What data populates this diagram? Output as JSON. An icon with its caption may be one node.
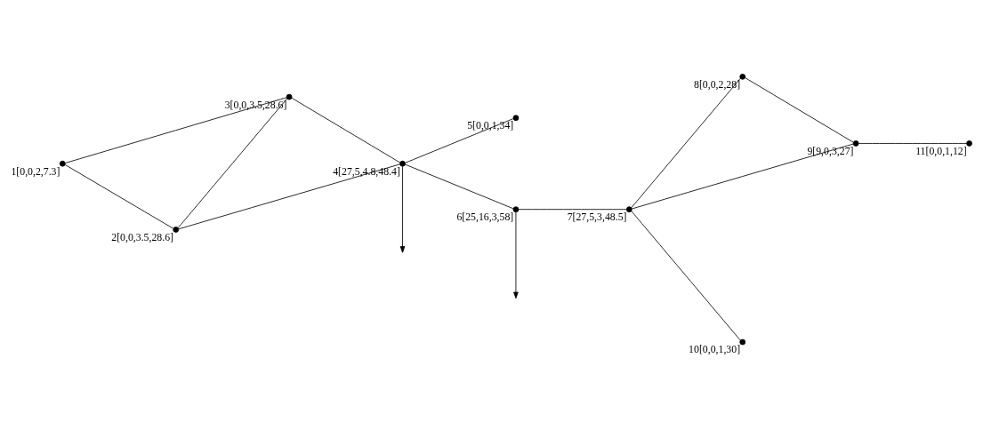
{
  "diagram": {
    "nodes": [
      {
        "text": [],
        "shape": "circle",
        "beside": [
          "1[0,0,2,7.3]"
        ]
      },
      {
        "text": [],
        "shape": "circle",
        "beside": [
          "2[0,0,3.5,28.6]"
        ]
      },
      {
        "text": [],
        "shape": "circle",
        "beside": [
          "3[0,0,3.5,28.6]"
        ]
      },
      {
        "text": [],
        "shape": "circle",
        "beside": [
          "4[27,5,4.8,48.4]"
        ]
      },
      {
        "text": [],
        "shape": "circle",
        "beside": [
          "5[0,0,1,34]"
        ]
      },
      {
        "text": [],
        "shape": "circle",
        "beside": [
          "6[25,16,3,58]"
        ]
      },
      {
        "text": [],
        "shape": "circle",
        "beside": [
          "7[27,5,3,48.5]"
        ]
      },
      {
        "text": [],
        "shape": "circle",
        "beside": [
          "8[0,0,2,28]"
        ]
      },
      {
        "text": [],
        "shape": "circle",
        "beside": [
          "9[9,0,3,27]"
        ]
      },
      {
        "text": [],
        "shape": "circle",
        "beside": [
          "10[0,0,1,30]"
        ]
      },
      {
        "text": [],
        "shape": "circle",
        "beside": [
          "11[0,0,1,12]"
        ]
      }
    ],
    "edges": [
      {
        "from": 0,
        "to": 1,
        "arrow": "none"
      },
      {
        "from": 0,
        "to": 2,
        "arrow": "none"
      },
      {
        "from": 1,
        "to": 2,
        "arrow": "none"
      },
      {
        "from": 1,
        "to": 3,
        "arrow": "none"
      },
      {
        "from": 2,
        "to": 3,
        "arrow": "none"
      },
      {
        "from": 3,
        "to": 4,
        "arrow": "none"
      },
      {
        "from": 3,
        "to": 5,
        "arrow": "none"
      },
      {
        "from": 5,
        "to": 6,
        "arrow": "none"
      },
      {
        "from": 6,
        "to": 9,
        "arrow": "none"
      },
      {
        "from": 6,
        "to": 8,
        "arrow": "none"
      },
      {
        "from": 6,
        "to": 7,
        "arrow": "none"
      },
      {
        "from": 7,
        "to": 8,
        "arrow": "none"
      },
      {
        "from": 8,
        "to": 10,
        "arrow": "none"
      },
      {
        "from": 3,
        "to": null,
        "arrow": "to"
      },
      {
        "from": 5,
        "to": null,
        "arrow": "to"
      }
    ]
  }
}
